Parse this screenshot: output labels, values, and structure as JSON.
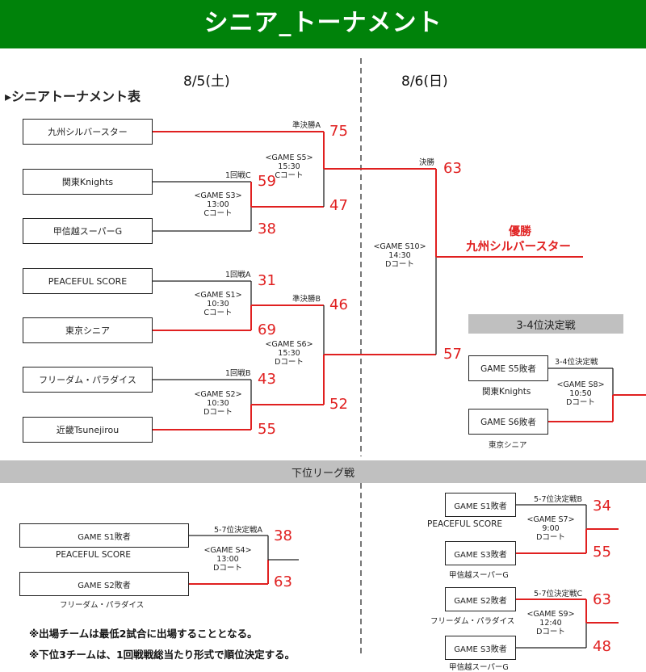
{
  "title": "シニア_トーナメント",
  "date_day1": "8/5(土)",
  "date_day2": "8/6(日)",
  "section_title": "▸シニアトーナメント表",
  "main": {
    "teams": [
      "九州シルバースター",
      "関東Knights",
      "甲信越スーパーG",
      "PEACEFUL SCORE",
      "東京シニア",
      "フリーダム・パラダイス",
      "近畿Tsunejirou"
    ],
    "round_labels": {
      "r1c": "1回戦C",
      "r1a": "1回戦A",
      "r1b": "1回戦B",
      "sfa": "準決勝A",
      "sfb": "準決勝B",
      "final": "決勝"
    },
    "games": {
      "s3": [
        "<GAME S3>",
        "13:00",
        "Cコート"
      ],
      "s1": [
        "<GAME S1>",
        "10:30",
        "Cコート"
      ],
      "s2": [
        "<GAME S2>",
        "10:30",
        "Dコート"
      ],
      "s5": [
        "<GAME S5>",
        "15:30",
        "Cコート"
      ],
      "s6": [
        "<GAME S6>",
        "15:30",
        "Dコート"
      ],
      "s10": [
        "<GAME S10>",
        "14:30",
        "Dコート"
      ]
    },
    "scores": {
      "s3_kanto": "59",
      "s3_koshinetsu": "38",
      "s1_peaceful": "31",
      "s1_tokyo": "69",
      "s2_freedom": "43",
      "s2_kinki": "55",
      "s5_kyushu": "75",
      "s5_kanto": "47",
      "s6_tokyo": "46",
      "s6_kinki": "52",
      "final_top": "63",
      "final_bottom": "57"
    },
    "winner_label": "優勝",
    "winner_team": "九州シルバースター"
  },
  "third_place": {
    "band": "3-4位決定戦",
    "label": "3-4位決定戦",
    "box1": "GAME S5敗者",
    "box1_sub": "関東Knights",
    "box2": "GAME S6敗者",
    "box2_sub": "東京シニア",
    "game": [
      "<GAME S8>",
      "10:50",
      "Dコート"
    ]
  },
  "lower_league": {
    "band": "下位リーグ戦",
    "match_a": {
      "label": "5-7位決定戦A",
      "box1": "GAME S1敗者",
      "box1_sub": "PEACEFUL SCORE",
      "box2": "GAME S2敗者",
      "box2_sub": "フリーダム・パラダイス",
      "game": [
        "<GAME S4>",
        "13:00",
        "Dコート"
      ],
      "score1": "38",
      "score2": "63"
    },
    "match_b": {
      "label": "5-7位決定戦B",
      "box1": "GAME S1敗者",
      "box1_sub": "PEACEFUL SCORE",
      "box2": "GAME S3敗者",
      "box2_sub": "甲信越スーパーG",
      "game": [
        "<GAME S7>",
        "9:00",
        "Dコート"
      ],
      "score1": "34",
      "score2": "55"
    },
    "match_c": {
      "label": "5-7位決定戦C",
      "box1": "GAME S2敗者",
      "box1_sub": "フリーダム・パラダイス",
      "box2": "GAME S3敗者",
      "box2_sub": "甲信越スーパーG",
      "game": [
        "<GAME S9>",
        "12:40",
        "Dコート"
      ],
      "score1": "63",
      "score2": "48"
    }
  },
  "notes": [
    "※出場チームは最低2試合に出場することとなる。",
    "※下位3チームは、1回戦戦総当たり形式で順位決定する。"
  ]
}
